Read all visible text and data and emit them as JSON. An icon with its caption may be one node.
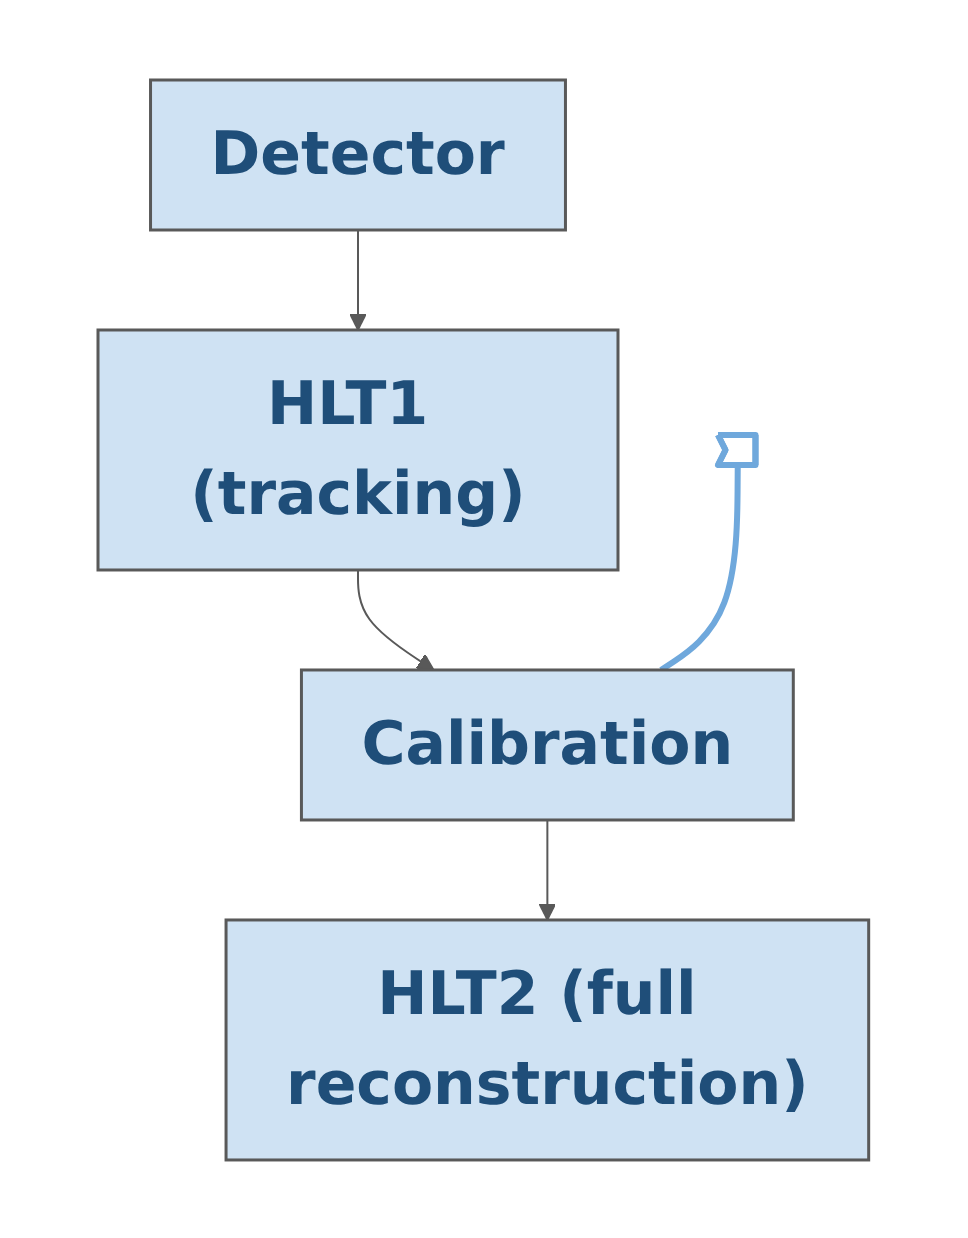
{
  "diagram": {
    "nodes": [
      {
        "text": [
          "Detector"
        ]
      },
      {
        "text": [
          "HLT1 (tracking)"
        ]
      },
      {
        "text": [
          "Calibration"
        ]
      },
      {
        "text": [
          "HLT2 (full reconstruction)"
        ]
      },
      {
        "text": [],
        "shape": "callout"
      }
    ],
    "edges": [
      {
        "from": 0,
        "to": 1,
        "arrow": "to"
      },
      {
        "from": 1,
        "to": 2,
        "arrow": "to"
      },
      {
        "from": 2,
        "to": 3,
        "arrow": "to"
      },
      {
        "from": 4,
        "to": 2,
        "arrow": "none",
        "style": "thick",
        "color": "#6fa8dc"
      }
    ]
  }
}
